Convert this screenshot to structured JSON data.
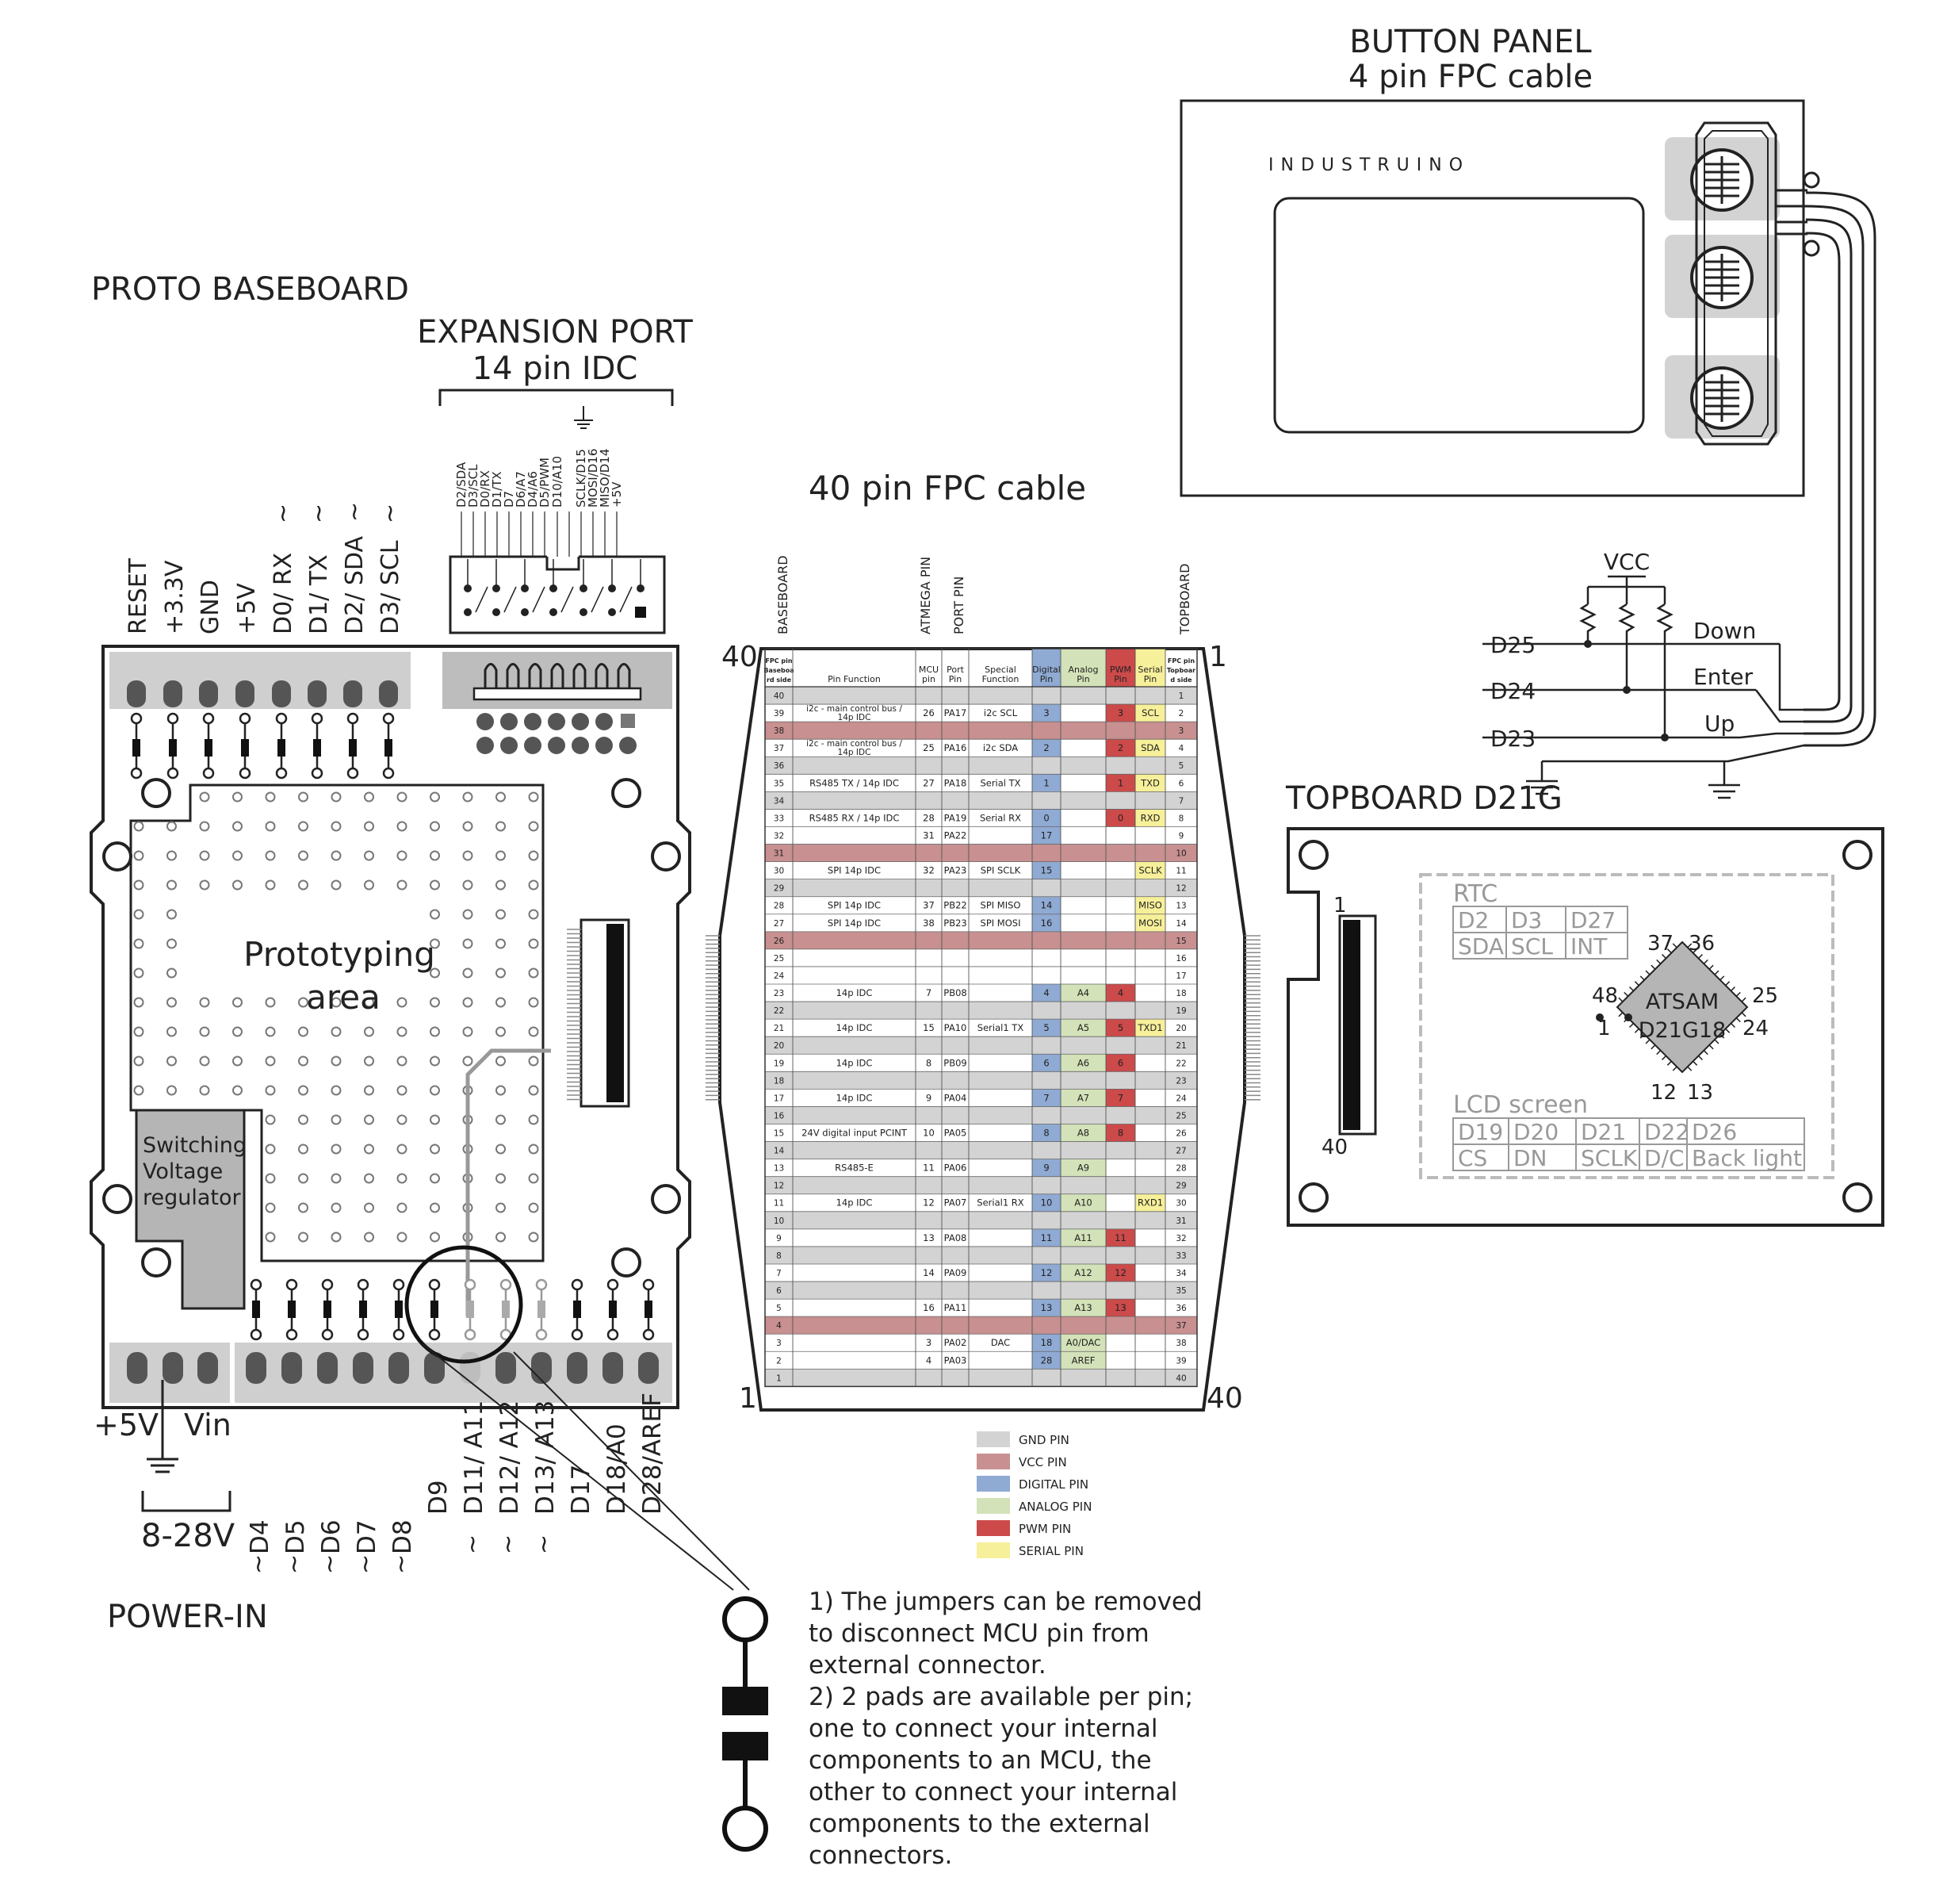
{
  "titles": {
    "proto": "PROTO BASEBOARD",
    "expansion_line1": "EXPANSION PORT",
    "expansion_line2": "14 pin IDC",
    "fpc40": "40 pin FPC cable",
    "button_line1": "BUTTON PANEL",
    "button_line2": "4 pin FPC cable",
    "topboard": "TOPBOARD D21G",
    "power_in": "POWER-IN"
  },
  "brand": "INDUSTRUINO",
  "top_header_labels": [
    "RESET",
    "+3.3V",
    "GND",
    "+5V",
    "D0/ RX",
    "D1/ TX",
    "D2/ SDA",
    "D3/ SCL"
  ],
  "idc_labels": [
    "D2/SDA",
    "D3/SCL",
    "D0/RX",
    "D1/TX",
    "D7",
    "D6/A7",
    "D4/A6",
    "D5/PWM",
    "D10/A10",
    "",
    "SCLK/D15",
    "MOSI/D16",
    "MISO/D14",
    "+5V"
  ],
  "proto_area_line1": "Prototyping",
  "proto_area_line2": "area",
  "regulator": [
    "Switching",
    "Voltage",
    "regulator"
  ],
  "power_labels": {
    "plus5v": "+5V",
    "vin": "Vin",
    "range": "8-28V"
  },
  "bottom_labels": [
    "D4",
    "D5",
    "D6",
    "D7",
    "D8",
    "D9",
    "D11/ A11",
    "D12/ A12",
    "D13/ A13",
    "D17",
    "D18/A0",
    "D28/AREF"
  ],
  "tilde": "~",
  "fpc_side_labels": {
    "left_top": "40",
    "left_bottom": "1",
    "right_top": "1",
    "right_bottom": "40"
  },
  "fpc_vertical_labels": {
    "baseboard": "BASEBOARD",
    "atmega": "ATMEGA PIN",
    "port": "PORT PIN",
    "topboard": "TOPBOARD"
  },
  "fpc_table": {
    "headers": [
      "FPC pin Baseboard side",
      "Pin Function",
      "MCU pin",
      "Port Pin",
      "Special Function",
      "Digital Pin",
      "Analog Pin",
      "PWM Pin",
      "Serial Pin",
      "FPC pin Topboard side"
    ],
    "rows": [
      [
        "40",
        "",
        "",
        "",
        "",
        "",
        "",
        "",
        "",
        "1",
        "gnd"
      ],
      [
        "39",
        "i2c - main control bus / 14p IDC",
        "26",
        "PA17",
        "i2c SCL",
        "3",
        "",
        "3",
        "SCL",
        "2",
        ""
      ],
      [
        "38",
        "",
        "",
        "",
        "",
        "",
        "",
        "",
        "",
        "3",
        "vcc"
      ],
      [
        "37",
        "i2c - main control bus / 14p IDC",
        "25",
        "PA16",
        "i2c SDA",
        "2",
        "",
        "2",
        "SDA",
        "4",
        ""
      ],
      [
        "36",
        "",
        "",
        "",
        "",
        "",
        "",
        "",
        "",
        "5",
        "gnd"
      ],
      [
        "35",
        "RS485 TX / 14p IDC",
        "27",
        "PA18",
        "Serial TX",
        "1",
        "",
        "1",
        "TXD",
        "6",
        ""
      ],
      [
        "34",
        "",
        "",
        "",
        "",
        "",
        "",
        "",
        "",
        "7",
        "gnd"
      ],
      [
        "33",
        "RS485 RX / 14p IDC",
        "28",
        "PA19",
        "Serial RX",
        "0",
        "",
        "0",
        "RXD",
        "8",
        ""
      ],
      [
        "32",
        "",
        "31",
        "PA22",
        "",
        "17",
        "",
        "",
        "",
        "9",
        ""
      ],
      [
        "31",
        "",
        "",
        "",
        "",
        "",
        "",
        "",
        "",
        "10",
        "vcc"
      ],
      [
        "30",
        "SPI 14p IDC",
        "32",
        "PA23",
        "SPI SCLK",
        "15",
        "",
        "",
        "SCLK",
        "11",
        ""
      ],
      [
        "29",
        "",
        "",
        "",
        "",
        "",
        "",
        "",
        "",
        "12",
        "gnd"
      ],
      [
        "28",
        "SPI 14p IDC",
        "37",
        "PB22",
        "SPI MISO",
        "14",
        "",
        "",
        "MISO",
        "13",
        ""
      ],
      [
        "27",
        "SPI 14p IDC",
        "38",
        "PB23",
        "SPI MOSI",
        "16",
        "",
        "",
        "MOSI",
        "14",
        ""
      ],
      [
        "26",
        "",
        "",
        "",
        "",
        "",
        "",
        "",
        "",
        "15",
        "vcc"
      ],
      [
        "25",
        "",
        "",
        "",
        "",
        "",
        "",
        "",
        "",
        "16",
        ""
      ],
      [
        "24",
        "",
        "",
        "",
        "",
        "",
        "",
        "",
        "",
        "17",
        ""
      ],
      [
        "23",
        "14p IDC",
        "7",
        "PB08",
        "",
        "4",
        "A4",
        "4",
        "",
        "18",
        ""
      ],
      [
        "22",
        "",
        "",
        "",
        "",
        "",
        "",
        "",
        "",
        "19",
        "gnd"
      ],
      [
        "21",
        "14p IDC",
        "15",
        "PA10",
        "Serial1 TX",
        "5",
        "A5",
        "5",
        "TXD1",
        "20",
        ""
      ],
      [
        "20",
        "",
        "",
        "",
        "",
        "",
        "",
        "",
        "",
        "21",
        "gnd"
      ],
      [
        "19",
        "14p IDC",
        "8",
        "PB09",
        "",
        "6",
        "A6",
        "6",
        "",
        "22",
        ""
      ],
      [
        "18",
        "",
        "",
        "",
        "",
        "",
        "",
        "",
        "",
        "23",
        "gnd"
      ],
      [
        "17",
        "14p IDC",
        "9",
        "PA04",
        "",
        "7",
        "A7",
        "7",
        "",
        "24",
        ""
      ],
      [
        "16",
        "",
        "",
        "",
        "",
        "",
        "",
        "",
        "",
        "25",
        "gnd"
      ],
      [
        "15",
        "24V digital input PCINT",
        "10",
        "PA05",
        "",
        "8",
        "A8",
        "8",
        "",
        "26",
        ""
      ],
      [
        "14",
        "",
        "",
        "",
        "",
        "",
        "",
        "",
        "",
        "27",
        "gnd"
      ],
      [
        "13",
        "RS485-E",
        "11",
        "PA06",
        "",
        "9",
        "A9",
        "",
        "",
        "28",
        ""
      ],
      [
        "12",
        "",
        "",
        "",
        "",
        "",
        "",
        "",
        "",
        "29",
        "gnd"
      ],
      [
        "11",
        "14p IDC",
        "12",
        "PA07",
        "Serial1 RX",
        "10",
        "A10",
        "",
        "RXD1",
        "30",
        ""
      ],
      [
        "10",
        "",
        "",
        "",
        "",
        "",
        "",
        "",
        "",
        "31",
        "gnd"
      ],
      [
        "9",
        "",
        "13",
        "PA08",
        "",
        "11",
        "A11",
        "11",
        "",
        "32",
        ""
      ],
      [
        "8",
        "",
        "",
        "",
        "",
        "",
        "",
        "",
        "",
        "33",
        "gnd"
      ],
      [
        "7",
        "",
        "14",
        "PA09",
        "",
        "12",
        "A12",
        "12",
        "",
        "34",
        ""
      ],
      [
        "6",
        "",
        "",
        "",
        "",
        "",
        "",
        "",
        "",
        "35",
        "gnd"
      ],
      [
        "5",
        "",
        "16",
        "PA11",
        "",
        "13",
        "A13",
        "13",
        "",
        "36",
        ""
      ],
      [
        "4",
        "",
        "",
        "",
        "",
        "",
        "",
        "",
        "",
        "37",
        "vcc"
      ],
      [
        "3",
        "",
        "3",
        "PA02",
        "DAC",
        "18",
        "A0/DAC",
        "",
        "",
        "38",
        ""
      ],
      [
        "2",
        "",
        "4",
        "PA03",
        "",
        "28",
        "AREF",
        "",
        "",
        "39",
        ""
      ],
      [
        "1",
        "",
        "",
        "",
        "",
        "",
        "",
        "",
        "",
        "40",
        "gnd"
      ]
    ]
  },
  "legend": [
    {
      "label": "GND PIN",
      "color": "#d3d3d3"
    },
    {
      "label": "VCC PIN",
      "color": "#c89090"
    },
    {
      "label": "DIGITAL PIN",
      "color": "#8faad3"
    },
    {
      "label": "ANALOG PIN",
      "color": "#d3e2b8"
    },
    {
      "label": "PWM PIN",
      "color": "#cc4a4a"
    },
    {
      "label": "SERIAL PIN",
      "color": "#f7f09a"
    }
  ],
  "button_circuit": {
    "vcc": "VCC",
    "pins": [
      "D25",
      "D24",
      "D23"
    ],
    "buttons": [
      "Down",
      "Enter",
      "Up"
    ]
  },
  "topboard_board": {
    "connector_top": "1",
    "connector_bottom": "40",
    "rtc_title": "RTC",
    "rtc_pins": [
      "D2",
      "D3",
      "D27"
    ],
    "rtc_funcs": [
      "SDA",
      "SCL",
      "INT"
    ],
    "mcu_line1": "ATSAM",
    "mcu_line2": "D21G18",
    "mcu_pins": {
      "p37": "37",
      "p36": "36",
      "p48": "48",
      "p25": "25",
      "p1": "1",
      "p24": "24",
      "p12": "12",
      "p13": "13"
    },
    "lcd_title": "LCD screen",
    "lcd_pins": [
      "D19",
      "D20",
      "D21",
      "D22",
      "D26"
    ],
    "lcd_funcs": [
      "CS",
      "DN",
      "SCLK",
      "D/C",
      "Back light"
    ]
  },
  "notes": [
    "1) The jumpers can be removed to disconnect MCU pin from external connector.",
    "2) 2 pads are available per pin; one to connect your internal components to an MCU, the other to connect your internal components to the external connectors."
  ]
}
